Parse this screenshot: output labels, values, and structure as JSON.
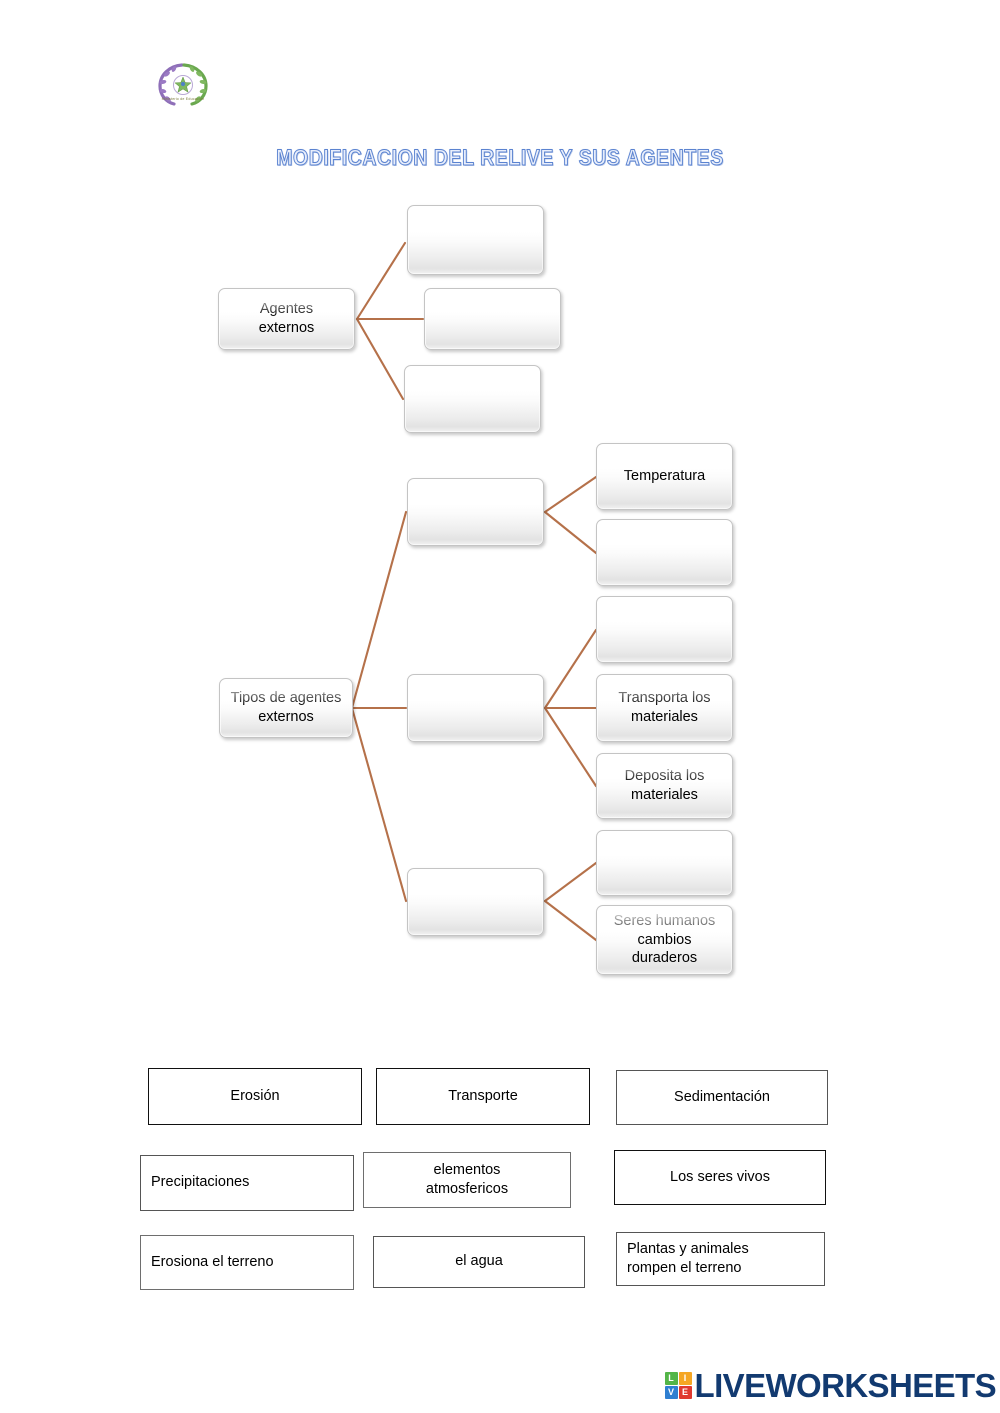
{
  "document": {
    "title": "MODIFICACION DEL RELIVE Y SUS AGENTES",
    "logo_caption": "Ministerio de Educación"
  },
  "diagram_top": {
    "root": {
      "label": "Agentes\nexternos"
    },
    "children": [
      {
        "label": "",
        "placeholder": true
      },
      {
        "label": "",
        "placeholder": true
      },
      {
        "label": "",
        "placeholder": true
      }
    ]
  },
  "diagram_main": {
    "root": {
      "label": "Tipos de agentes\nexternos"
    },
    "branches": [
      {
        "label": "",
        "placeholder": true,
        "children": [
          {
            "label": "Temperatura",
            "placeholder": false
          },
          {
            "label": "",
            "placeholder": true
          }
        ]
      },
      {
        "label": "",
        "placeholder": true,
        "children": [
          {
            "label": "",
            "placeholder": true
          },
          {
            "label": "Transporta los\nmateriales",
            "placeholder": false
          },
          {
            "label": "Deposita los\nmateriales",
            "placeholder": false
          }
        ]
      },
      {
        "label": "",
        "placeholder": true,
        "children": [
          {
            "label": "",
            "placeholder": true
          },
          {
            "label": "Seres humanos\ncambios\nduraderos",
            "placeholder": false
          }
        ]
      }
    ]
  },
  "word_bank": {
    "items": [
      {
        "label": "Erosión",
        "align": "center",
        "border": "dark"
      },
      {
        "label": "Transporte",
        "align": "center",
        "border": "dark"
      },
      {
        "label": "Sedimentación",
        "align": "center",
        "border": "mid"
      },
      {
        "label": "Precipitaciones",
        "align": "left",
        "border": "mid"
      },
      {
        "label": "elementos\natmosfericos",
        "align": "center",
        "border": "light"
      },
      {
        "label": "Los seres vivos",
        "align": "center",
        "border": "dark"
      },
      {
        "label": "Erosiona el terreno",
        "align": "left",
        "border": "light"
      },
      {
        "label": "el agua",
        "align": "center",
        "border": "mid"
      },
      {
        "label": "Plantas y animales\nrompen el terreno",
        "align": "left",
        "border": "mid"
      }
    ]
  },
  "footer": {
    "brand": "LIVEWORKSHEETS",
    "tiles": [
      "L",
      "I",
      "V",
      "E"
    ]
  },
  "colors": {
    "connector": "#b5714a",
    "title_outline": "#5b83d0",
    "title_fill": "#e8eefb",
    "brand_navy": "#123a70",
    "tile_green": "#53b548",
    "tile_orange": "#f5a623",
    "tile_blue": "#2f7fd1",
    "tile_red": "#e0392f"
  }
}
